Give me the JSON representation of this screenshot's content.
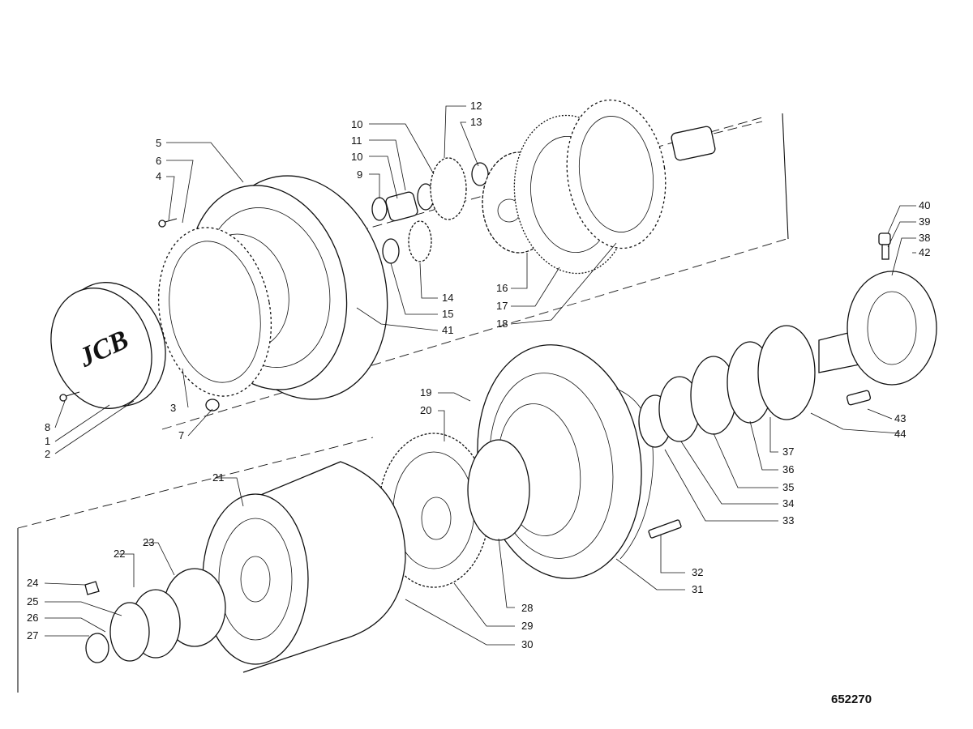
{
  "diagram": {
    "reference_number": "652270",
    "logo_text": "JCB",
    "callouts": {
      "c1": "1",
      "c2": "2",
      "c3": "3",
      "c4": "4",
      "c5": "5",
      "c6": "6",
      "c7": "7",
      "c8": "8",
      "c9": "9",
      "c10a": "10",
      "c10b": "10",
      "c11": "11",
      "c12": "12",
      "c13": "13",
      "c14": "14",
      "c15": "15",
      "c16": "16",
      "c17": "17",
      "c18": "18",
      "c19": "19",
      "c20": "20",
      "c21": "21",
      "c22": "22",
      "c23": "23",
      "c24": "24",
      "c25": "25",
      "c26": "26",
      "c27": "27",
      "c28": "28",
      "c29": "29",
      "c30": "30",
      "c31": "31",
      "c32": "32",
      "c33": "33",
      "c34": "34",
      "c35": "35",
      "c36": "36",
      "c37": "37",
      "c38": "38",
      "c39": "39",
      "c40": "40",
      "c41": "41",
      "c42": "42",
      "c43": "43",
      "c44": "44"
    }
  }
}
